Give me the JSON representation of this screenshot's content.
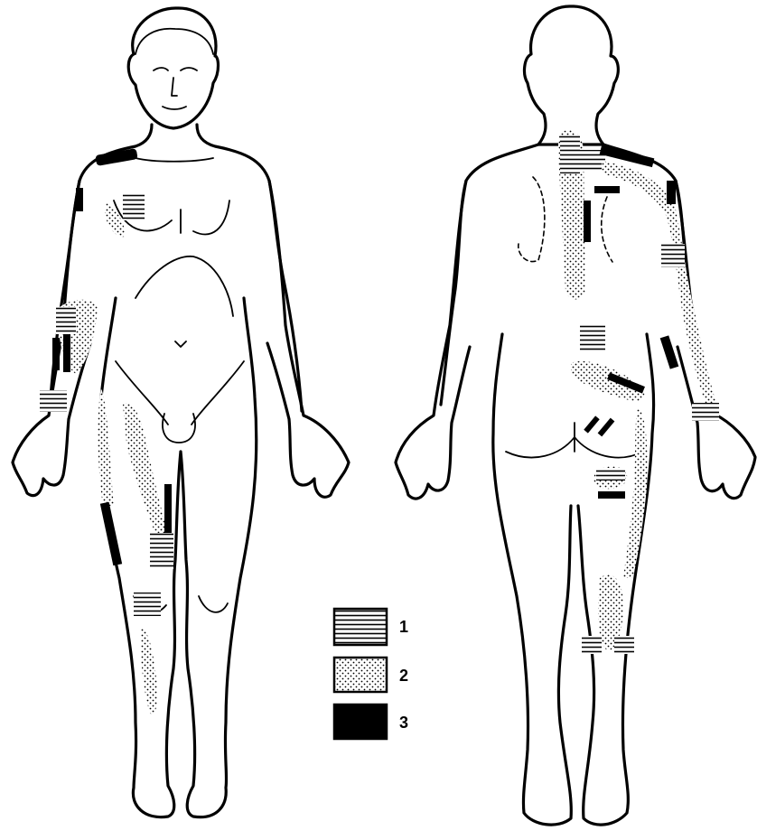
{
  "legend": [
    {
      "key": "1",
      "label": "1",
      "pattern": "horizontal-hatch"
    },
    {
      "key": "2",
      "label": "2",
      "pattern": "stipple"
    },
    {
      "key": "3",
      "label": "3",
      "pattern": "solid-black"
    }
  ],
  "colors": {
    "ink": "#000000",
    "paper": "#ffffff"
  }
}
